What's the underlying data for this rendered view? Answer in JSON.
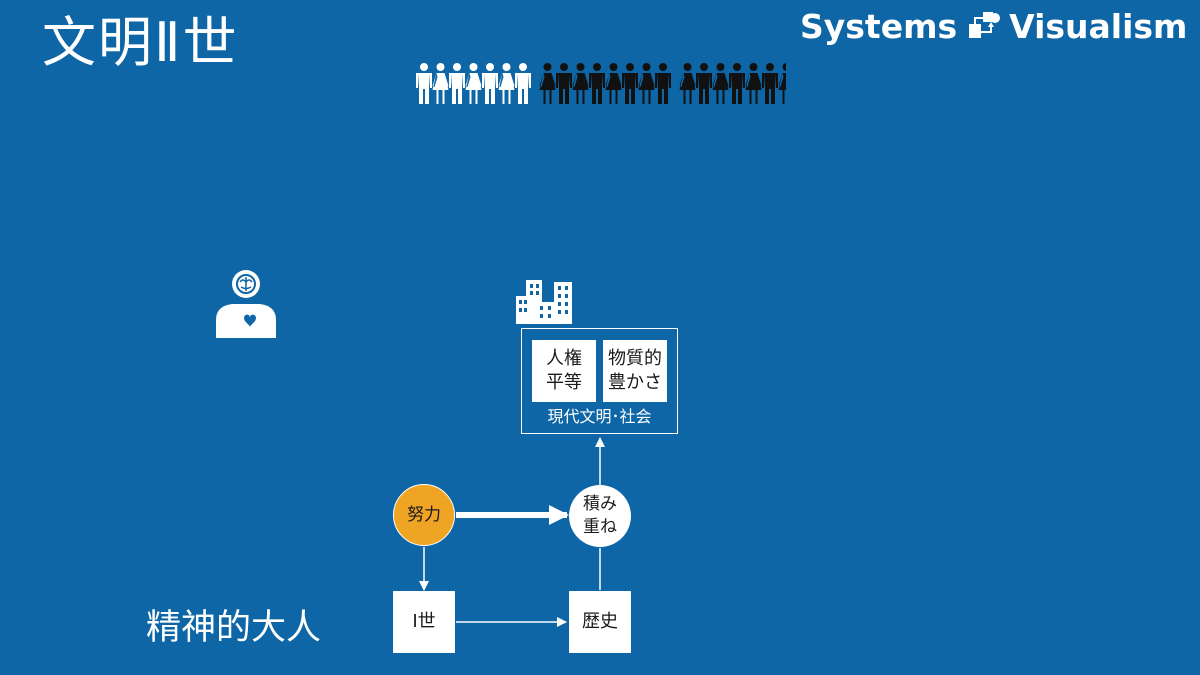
{
  "title": "文明Ⅱ世",
  "brand": {
    "name_left": "Systems",
    "name_right": "Visualism"
  },
  "icons": {
    "crowd": "people-crowd-icon",
    "person": "person-brain-heart-icon",
    "buildings": "city-buildings-icon",
    "logo": "systems-visualism-logo-icon"
  },
  "crowd": {
    "white_count": 7,
    "black_count": 15
  },
  "diagram": {
    "rights_box": {
      "line1": "人権",
      "line2": "平等"
    },
    "wealth_box": {
      "line1": "物質的",
      "line2": "豊かさ"
    },
    "society_label": "現代文明･社会",
    "effort_node": "努力",
    "accumulation_node": {
      "line1": "積み",
      "line2": "重ね"
    },
    "gen1_node": "Ⅰ世",
    "history_node": "歴史"
  },
  "adult_label": "精神的大人",
  "colors": {
    "background": "#0e66a6",
    "effort": "#f0a424",
    "foreground": "#ffffff",
    "text_dark": "#1a1a1a",
    "crowd_dark": "#111111"
  }
}
